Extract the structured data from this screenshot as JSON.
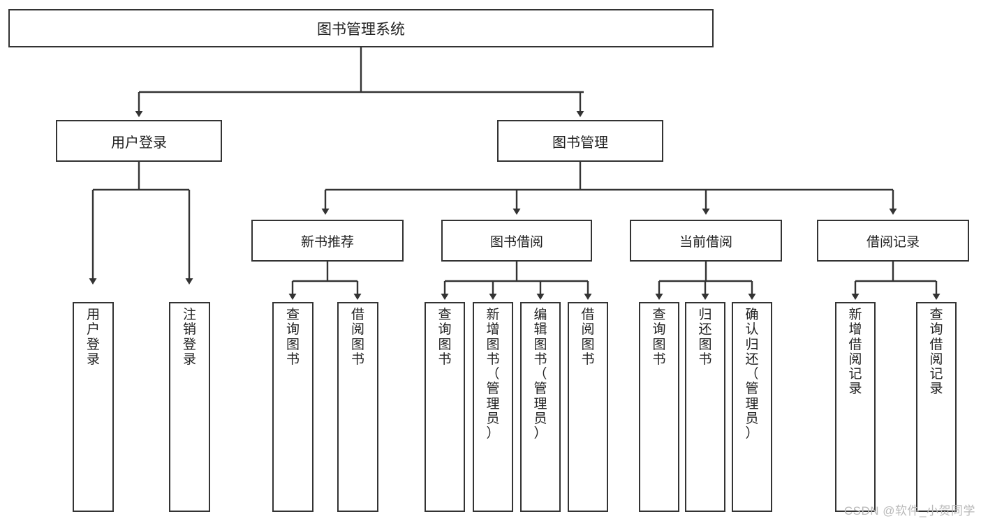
{
  "diagram": {
    "type": "tree",
    "title": "图书管理系统",
    "style": {
      "box_border_color": "#333333",
      "box_fill_color": "#ffffff",
      "text_color": "#222222",
      "background": "#ffffff",
      "watermark_color": "#b9b9b9"
    },
    "root": {
      "label": "图书管理系统"
    },
    "level1": [
      {
        "label": "用户登录"
      },
      {
        "label": "图书管理"
      }
    ],
    "level2": [
      {
        "label": "新书推荐"
      },
      {
        "label": "图书借阅"
      },
      {
        "label": "当前借阅"
      },
      {
        "label": "借阅记录"
      }
    ],
    "leaves": {
      "user_login": [
        {
          "label": "用户登录"
        },
        {
          "label": "注销登录"
        }
      ],
      "new_book_recommend": [
        {
          "label": "查询图书"
        },
        {
          "label": "借阅图书"
        }
      ],
      "book_borrow": [
        {
          "label": "查询图书"
        },
        {
          "label": "新增图书（管理员）"
        },
        {
          "label": "编辑图书（管理员）"
        },
        {
          "label": "借阅图书"
        }
      ],
      "current_borrow": [
        {
          "label": "查询图书"
        },
        {
          "label": "归还图书"
        },
        {
          "label": "确认归还（管理员）"
        }
      ],
      "borrow_record": [
        {
          "label": "新增借阅记录"
        },
        {
          "label": "查询借阅记录"
        }
      ]
    }
  },
  "watermark": {
    "text": "CSDN @软件_小贺同学"
  }
}
